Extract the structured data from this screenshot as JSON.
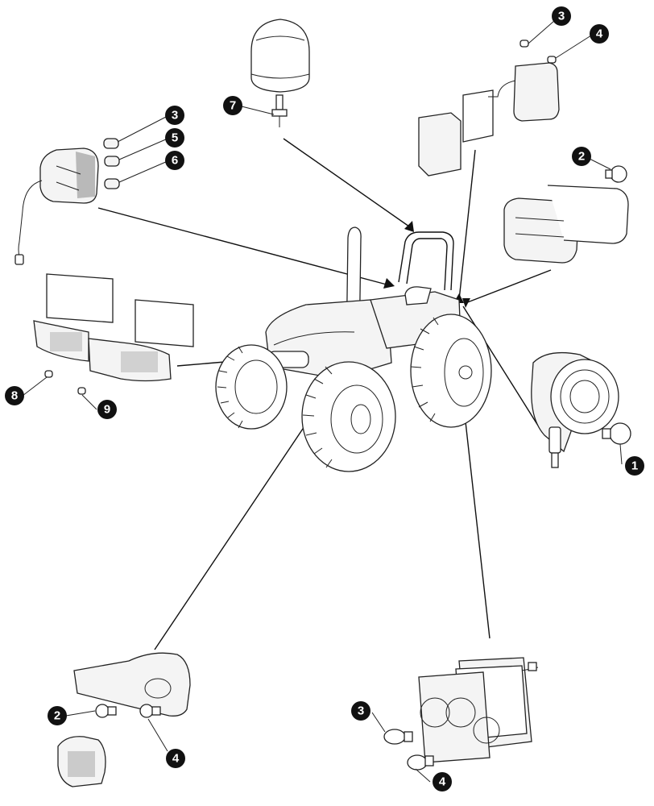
{
  "callouts": [
    "3",
    "4",
    "2",
    "1",
    "3",
    "5",
    "6",
    "7",
    "8",
    "9",
    "2",
    "4",
    "3",
    "4"
  ],
  "icons": {
    "tractor": "tractor-icon",
    "beacon": "rotating-beacon-icon",
    "work_light": "work-light-icon",
    "bulb": "bulb-icon"
  }
}
